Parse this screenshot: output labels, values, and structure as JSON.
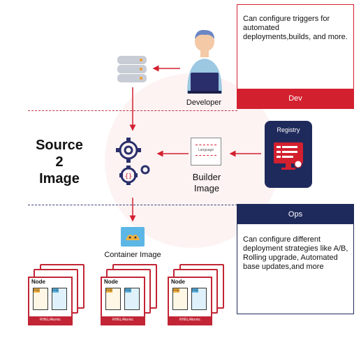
{
  "dev": {
    "description": "Can configure triggers for automated deployments,builds, and more.",
    "bar_label": "Dev"
  },
  "ops": {
    "bar_label": "Ops",
    "description": "Can configure different deployment strategies like A/B, Rolling upgrade, Automated base updates,and more"
  },
  "developer_label": "Developer",
  "title": {
    "line1": "Source",
    "line2": "2",
    "line3": "Image"
  },
  "builder": {
    "label_line1": "Builder",
    "label_line2": "Image",
    "language_text": "Language"
  },
  "registry_label": "Registry",
  "container_image_label": "Container Image",
  "nodes": [
    {
      "label": "Node",
      "pod1": "POD",
      "pod2": "POD",
      "footer": "RHEL/Atomic"
    },
    {
      "label": "Node",
      "pod1": "POD",
      "pod2": "POD",
      "footer": "RHEL/Atomic"
    },
    {
      "label": "Node",
      "pod1": "POD",
      "pod2": "POD",
      "footer": "RHEL/Atomic"
    }
  ],
  "colors": {
    "red": "#d3202f",
    "navy": "#1f2a5c",
    "gear": "#2a2f6b"
  }
}
